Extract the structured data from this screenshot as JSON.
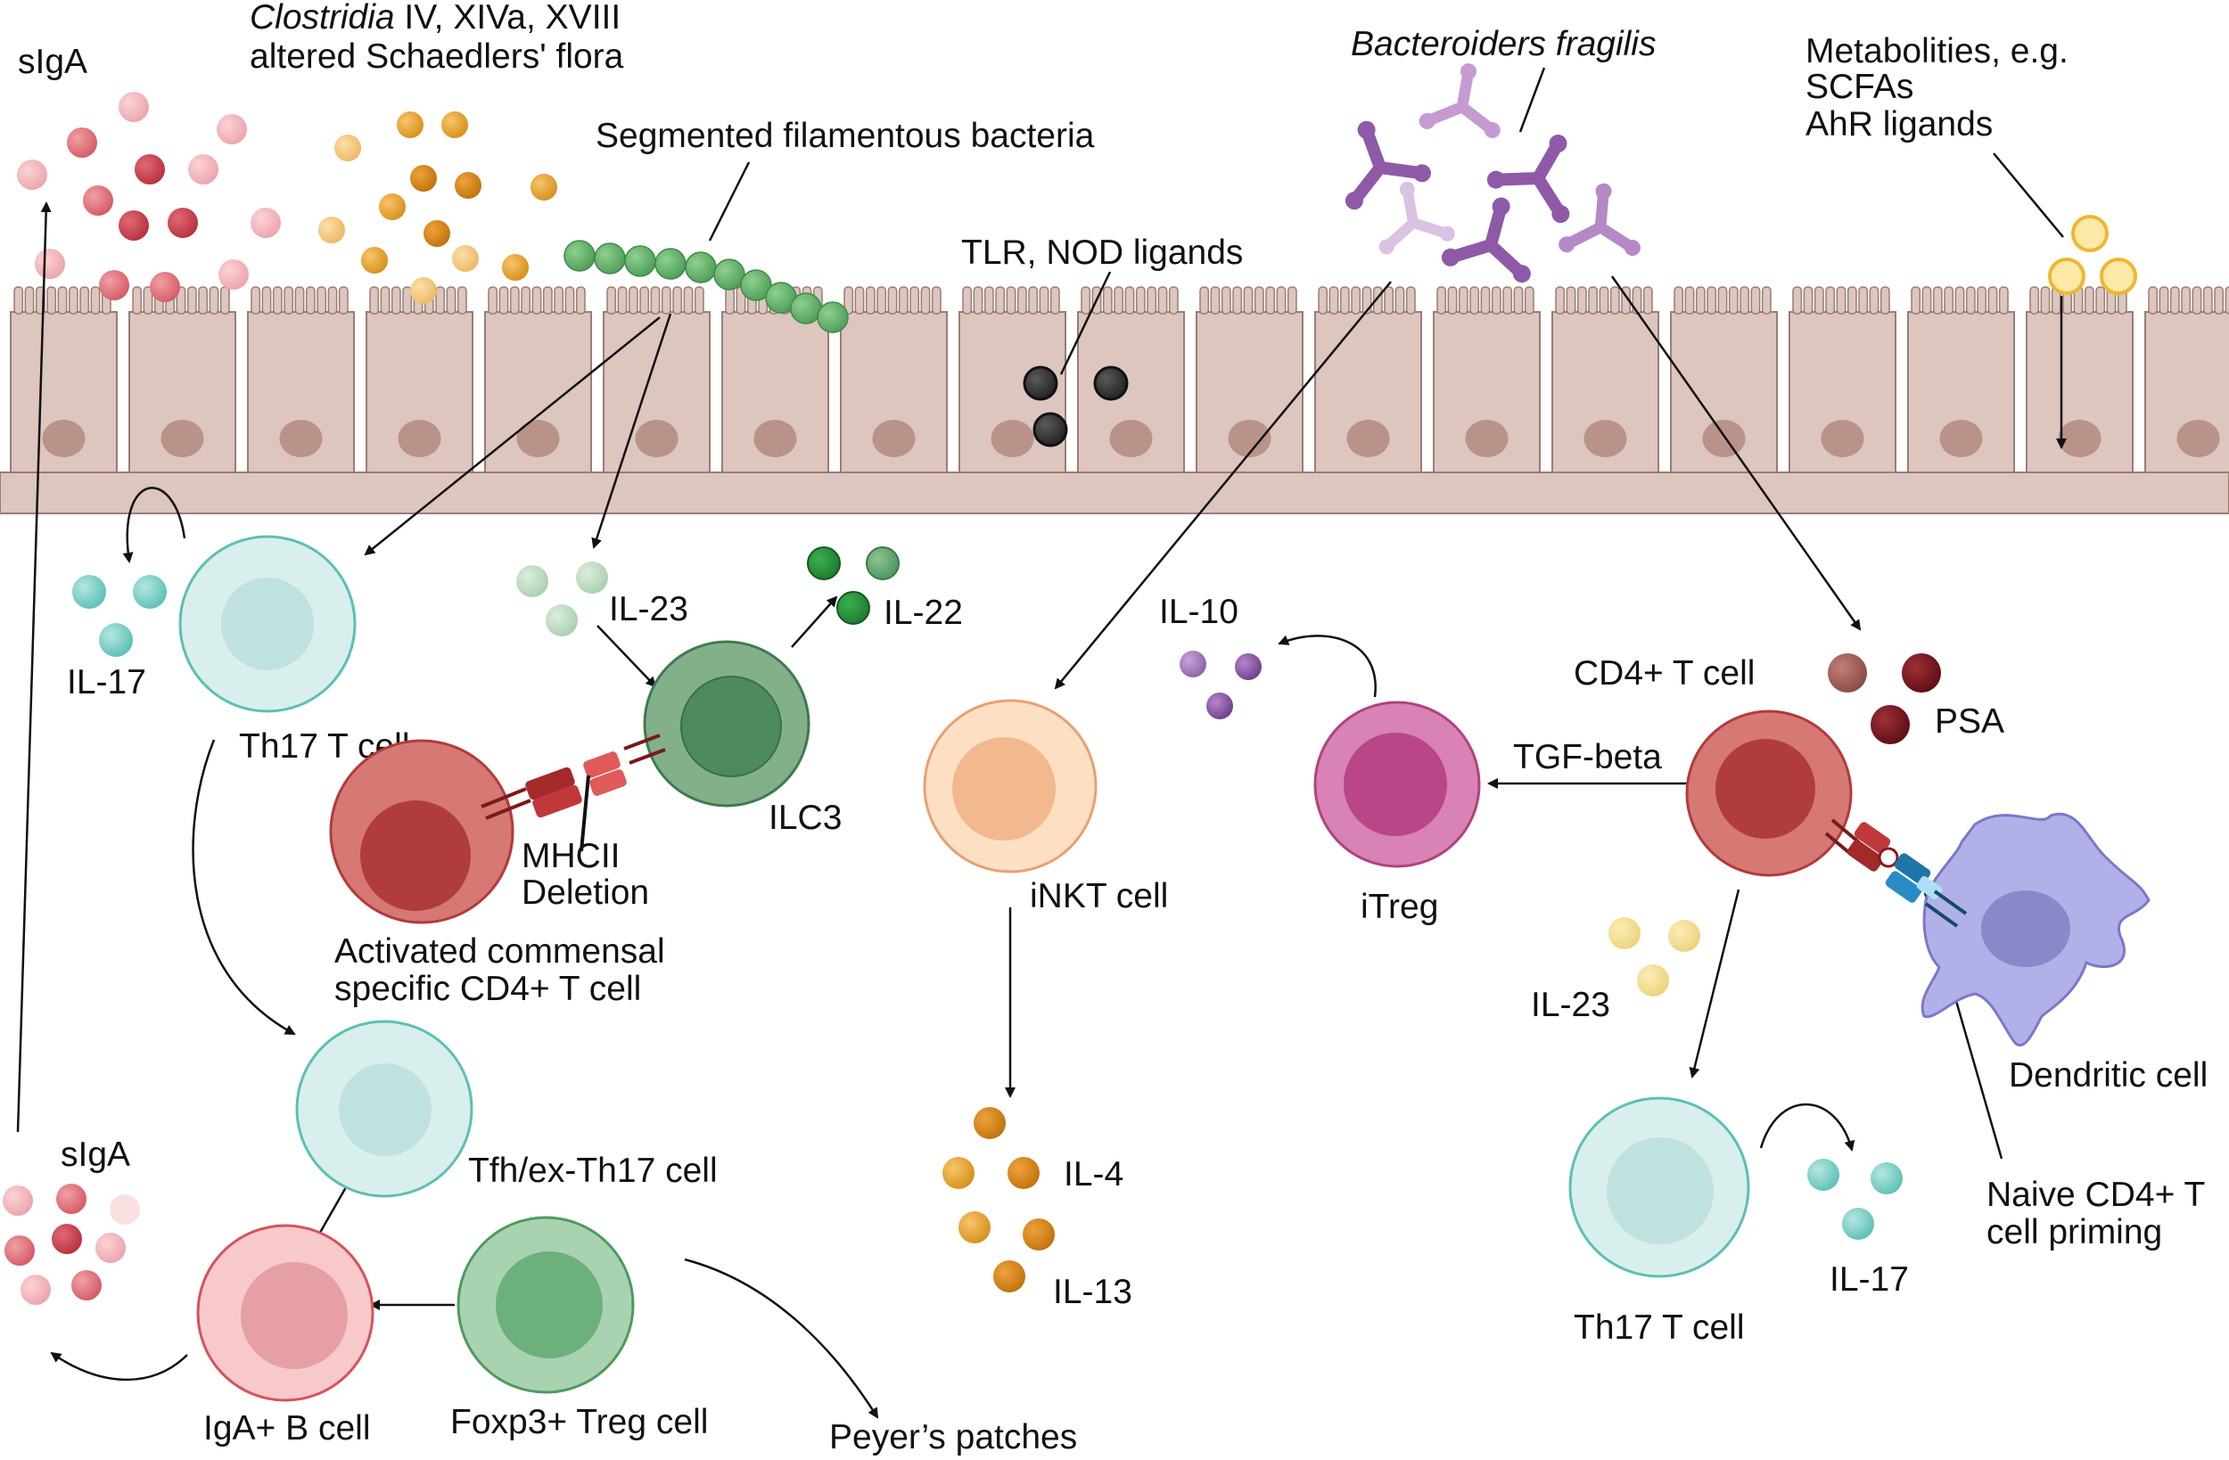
{
  "top_labels": {
    "siga_top": "sIgA",
    "clostridia_species": "Clostridia",
    "clostridia_clusters": " IV, XIVa, XVIII",
    "schaedler": "altered Schaedlers' flora",
    "sfb": "Segmented filamentous bacteria",
    "tlr_nod": "TLR, NOD ligands",
    "bacteroides": "Bacteroiders fragilis",
    "metabolites_1": "Metabolities, e.g.",
    "metabolites_2": "SCFAs",
    "metabolites_3": "AhR ligands"
  },
  "left_labels": {
    "il17_left": "IL-17",
    "th17_left": "Th17 T cell",
    "il23_left": "IL-23",
    "il22": "IL-22",
    "ilc3": "ILC3",
    "mhcii_1": "MHCII",
    "mhcii_2": "Deletion",
    "activated_1": "Activated commensal",
    "activated_2": "specific CD4+ T cell",
    "tfh": "Tfh/ex-Th17 cell",
    "siga_bottom": "sIgA",
    "iga_b": "IgA+ B cell",
    "foxp3": "Foxp3+ Treg cell",
    "peyers": "Peyer’s patches"
  },
  "middle_labels": {
    "inkt": "iNKT cell",
    "il4": "IL-4",
    "il13": "IL-13",
    "il10": "IL-10",
    "itreg": "iTreg",
    "tgf": "TGF-beta"
  },
  "right_labels": {
    "cd4": "CD4+ T cell",
    "psa": "PSA",
    "il23_right": "IL-23",
    "dendritic": "Dendritic cell",
    "th17_right": "Th17 T cell",
    "il17_right": "IL-17",
    "naive_1": "Naive CD4+ T",
    "naive_2": "cell priming"
  },
  "colors": {
    "epithelium_fill": "#dcc6be",
    "epithelium_stroke": "#9a7d74",
    "nucleus": "#b99389",
    "siga_red": "#d9515c",
    "clostridia_orange": "#e3a12a",
    "sfb_green": "#5aa55f",
    "bacteroides_purple": "#9b6ab0",
    "metabolite_yellow": "#f4c54a",
    "th17_teal": "#5dbfb4",
    "ilc3_green": "#4e8c5f",
    "cd4_red": "#c9464a",
    "inkt_peach": "#f2b88e",
    "itreg_magenta": "#c14b93",
    "iga_pink": "#ec9aa0",
    "treg_green": "#6ab27c",
    "dendritic_lavender": "#a9a4e4"
  }
}
